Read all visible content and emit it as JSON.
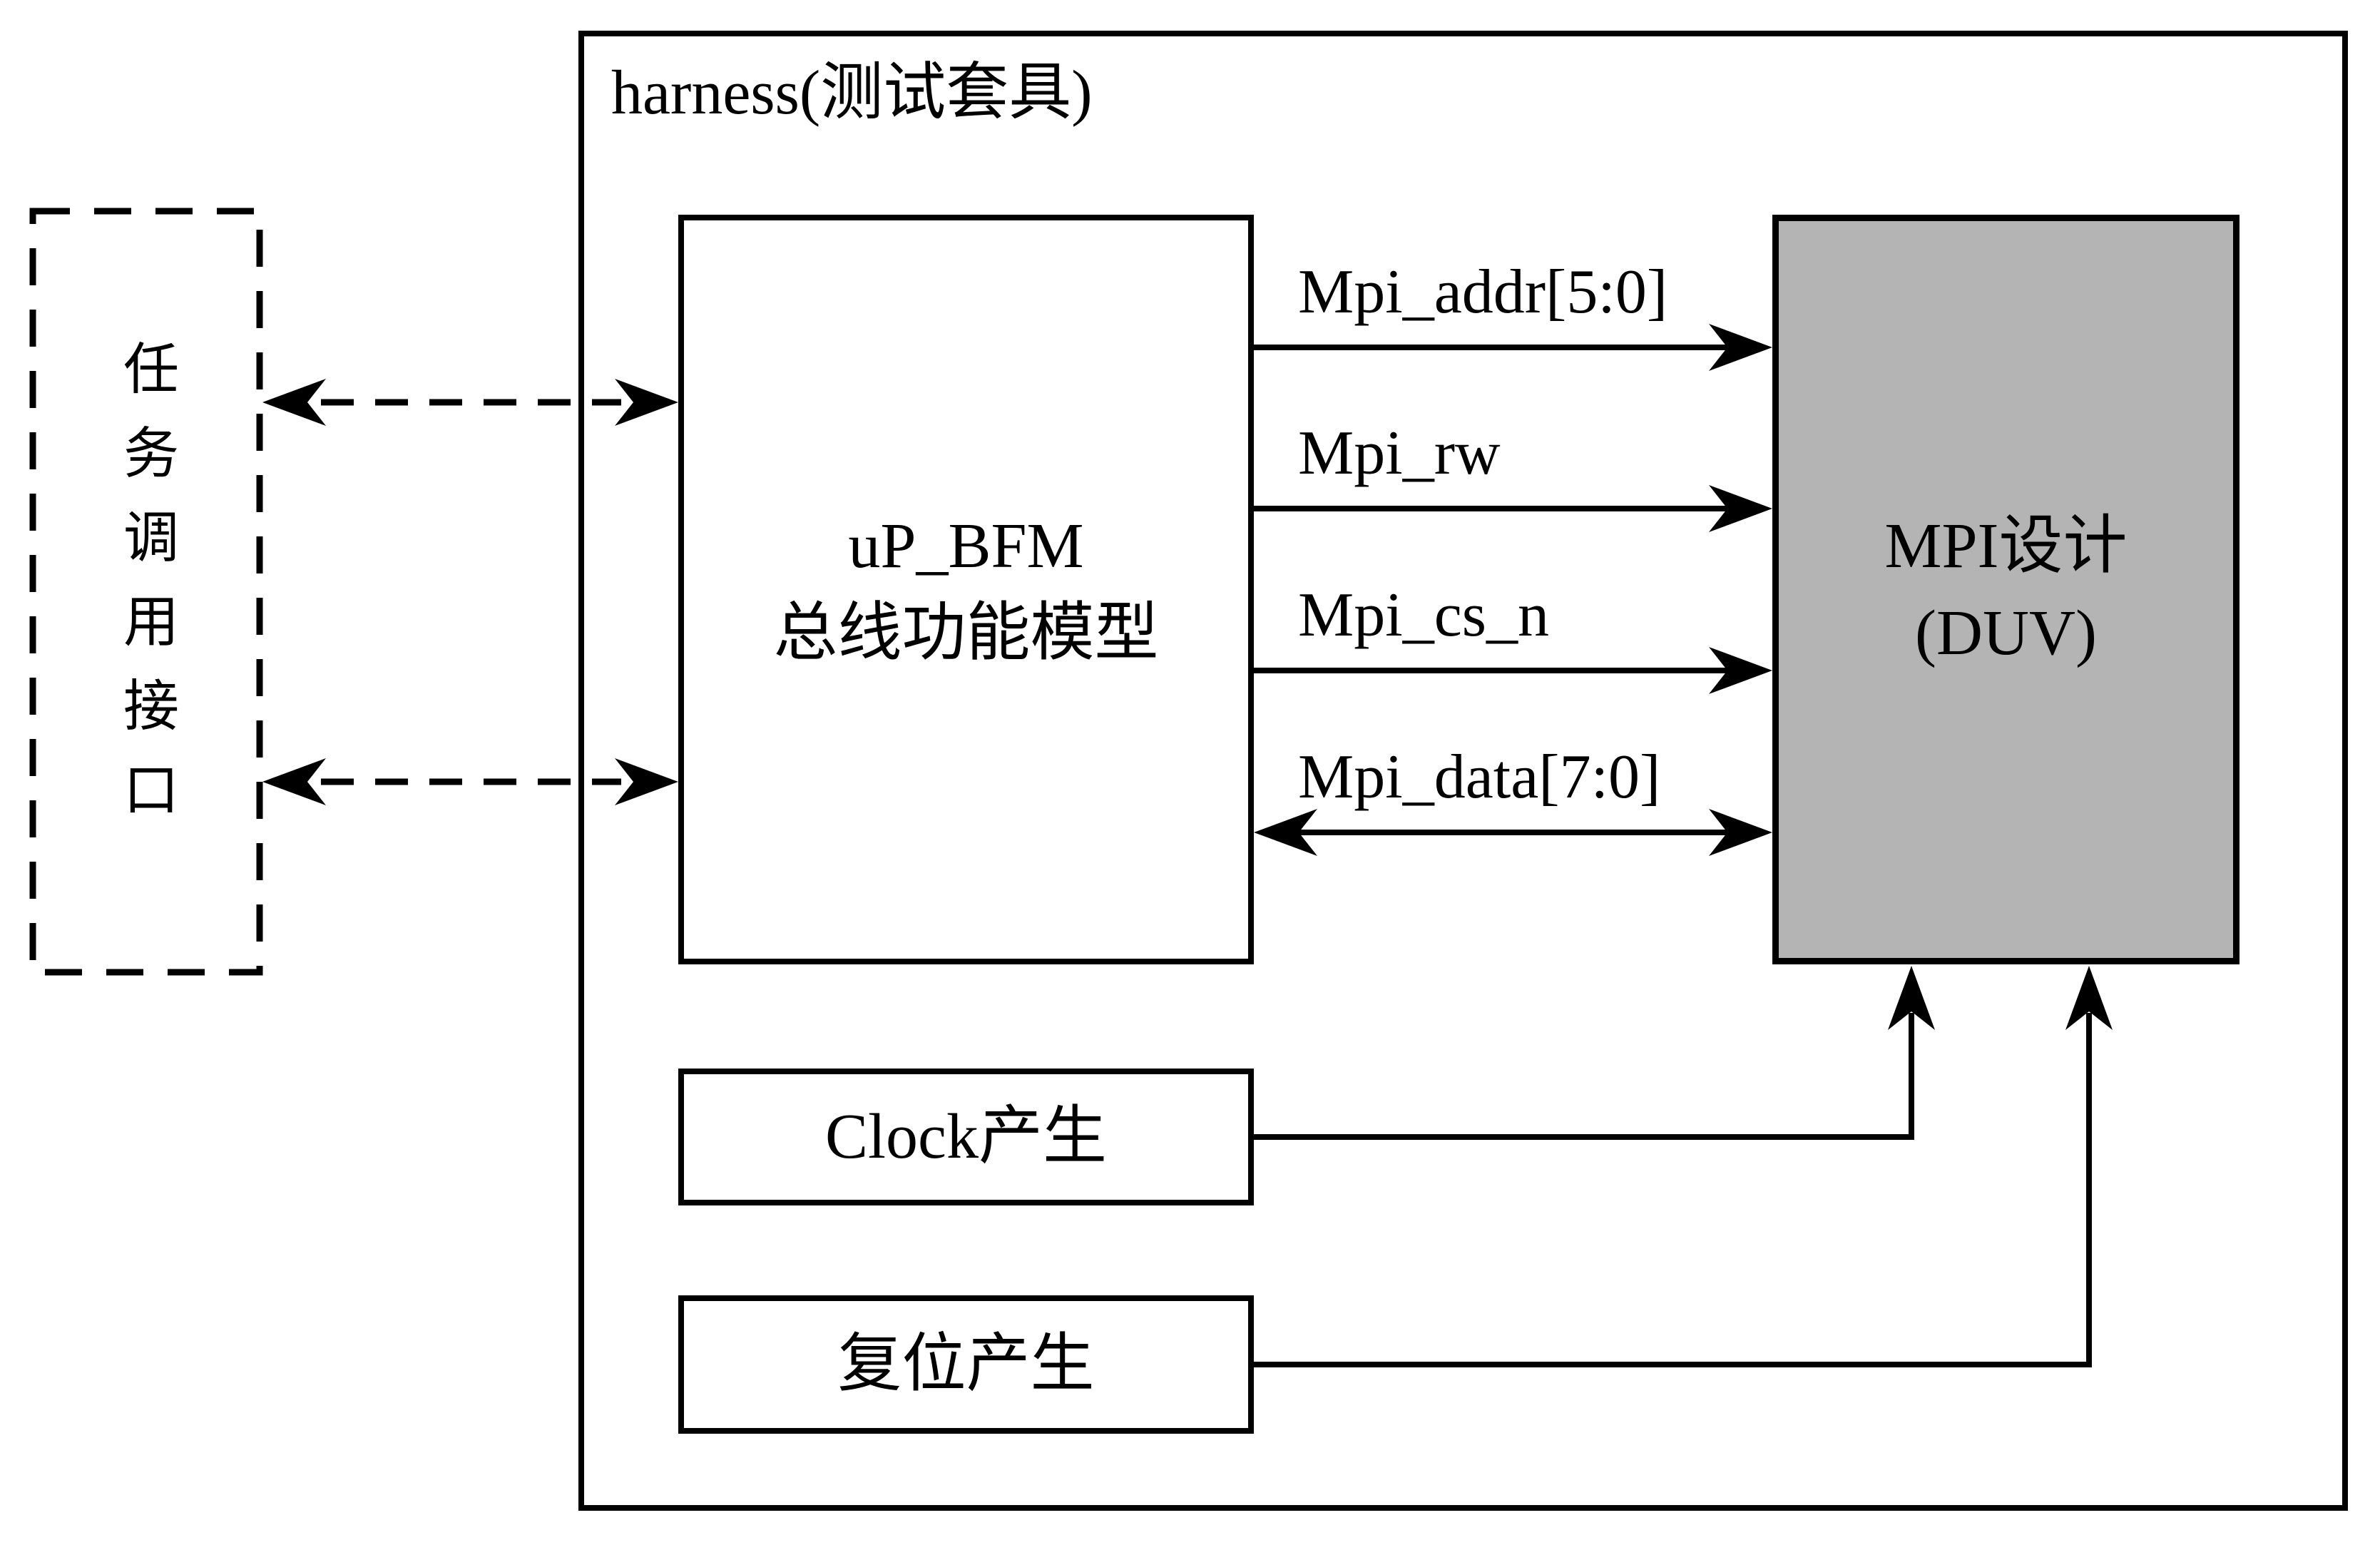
{
  "diagram": {
    "title": "harness(测试套具)",
    "interface_box": {
      "label": "任务调用接口"
    },
    "bfm_box": {
      "line1": "uP_BFM",
      "line2": "总线功能模型"
    },
    "duv_box": {
      "line1": "MPI设计",
      "line2": "(DUV)"
    },
    "clock_box": {
      "label": "Clock产生"
    },
    "reset_box": {
      "label": "复位产生"
    },
    "signals": [
      {
        "label": "Mpi_addr[5:0]",
        "direction": "to_duv"
      },
      {
        "label": "Mpi_rw",
        "direction": "to_duv"
      },
      {
        "label": "Mpi_cs_n",
        "direction": "to_duv"
      },
      {
        "label": "Mpi_data[7:0]",
        "direction": "bidirectional"
      }
    ],
    "colors": {
      "duv_fill": "#b4b4b4",
      "line": "#000000",
      "background": "#ffffff"
    }
  }
}
